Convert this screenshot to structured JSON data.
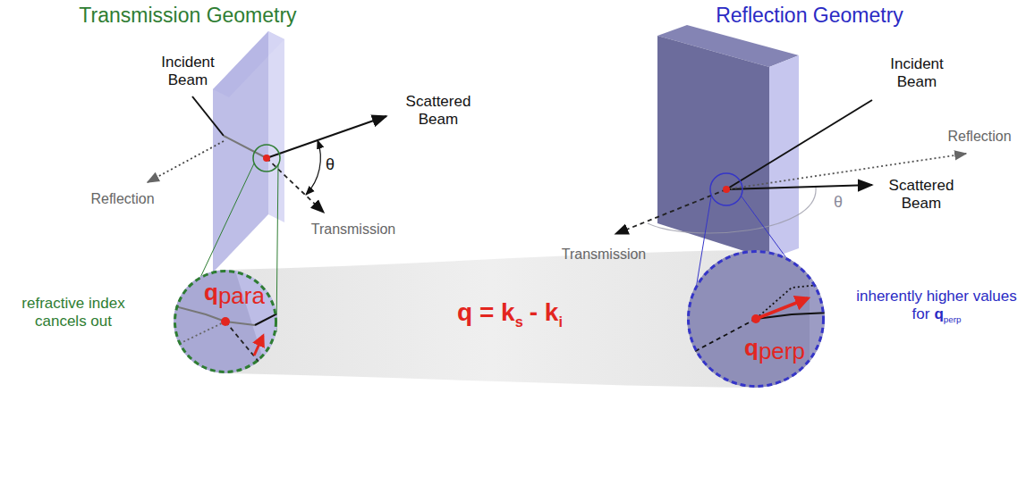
{
  "diagram": {
    "nodes": [
      {
        "text": [
          "q",
          "para"
        ]
      },
      {
        "text": [
          "q",
          "perp"
        ]
      }
    ],
    "labels": [
      "Transmission Geometry",
      "Reflection Geometry",
      "Incident Beam",
      "Scattered Beam",
      "θ",
      "Reflection",
      "Transmission",
      "Incident Beam",
      "Reflection",
      "Scattered Beam",
      "θ",
      "Transmission",
      "refractive index cancels out",
      "inherently higher values for",
      "q",
      "perp",
      "q = k",
      "s",
      "- k",
      "i"
    ]
  }
}
